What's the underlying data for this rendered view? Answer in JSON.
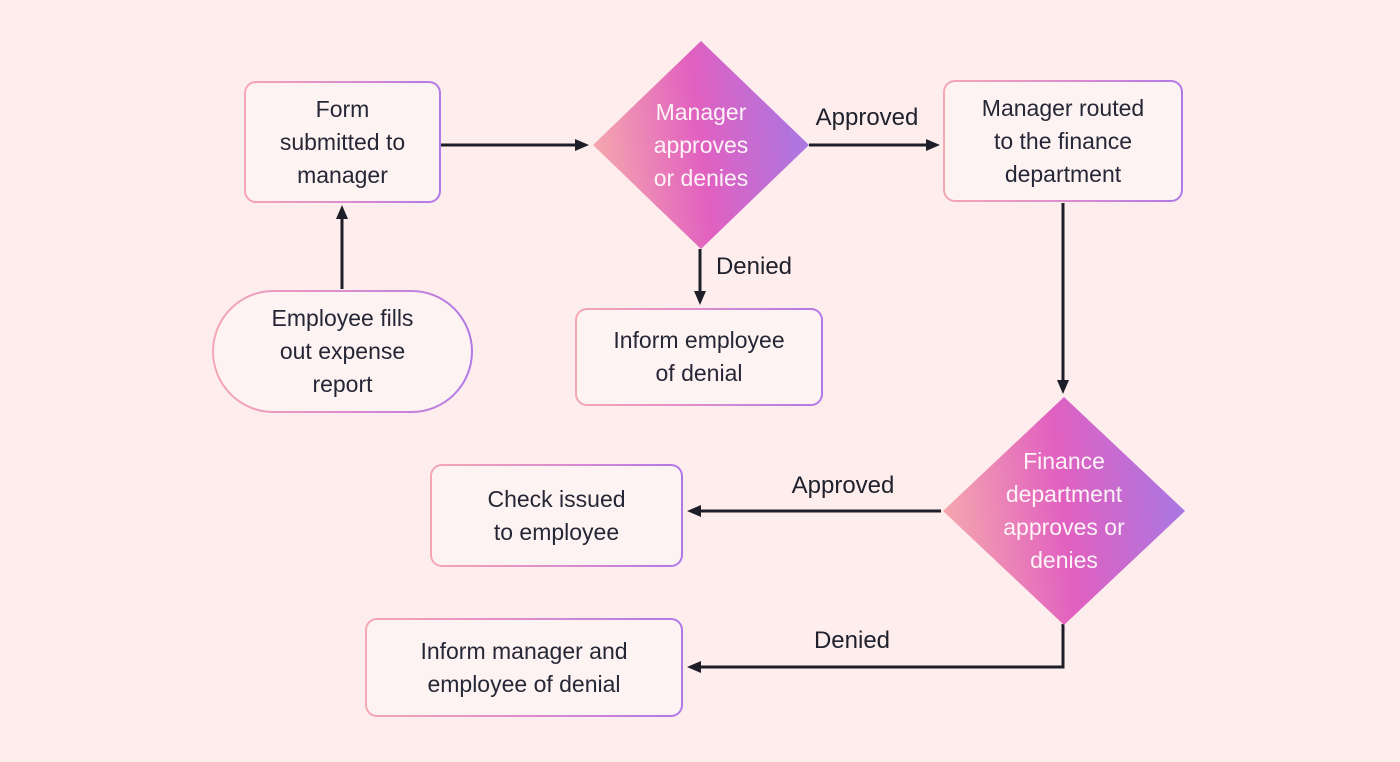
{
  "page": {
    "background_color": "#fdeeed",
    "arrow_color": "#1d1e28",
    "node_fill_color": "#fdf3f2",
    "node_text_color": "#262736",
    "node_border_gradient": [
      "#f5a7b3",
      "#b178e8"
    ],
    "diamond_gradient": [
      "#f4a6ae",
      "#e160c0",
      "#aa77e2"
    ],
    "diamond_text_color": "#fdf3f6"
  },
  "nodes": {
    "employee_fills": {
      "type": "start-terminator",
      "label": "Employee fills\nout expense\nreport"
    },
    "form_submitted": {
      "type": "process",
      "label": "Form\nsubmitted to\nmanager"
    },
    "manager_decision": {
      "type": "decision",
      "label": "Manager\napproves\nor denies"
    },
    "manager_routed": {
      "type": "process",
      "label": "Manager routed\nto the finance\ndepartment"
    },
    "inform_employee": {
      "type": "process",
      "label": "Inform employee\nof denial"
    },
    "finance_decision": {
      "type": "decision",
      "label": "Finance\ndepartment\napproves or\ndenies"
    },
    "check_issued": {
      "type": "process",
      "label": "Check issued\nto employee"
    },
    "inform_manager": {
      "type": "process",
      "label": "Inform manager and\nemployee of denial"
    }
  },
  "edges": {
    "employee_to_form": {
      "from": "employee_fills",
      "to": "form_submitted",
      "label": ""
    },
    "form_to_manager_decision": {
      "from": "form_submitted",
      "to": "manager_decision",
      "label": ""
    },
    "manager_approved": {
      "from": "manager_decision",
      "to": "manager_routed",
      "label": "Approved"
    },
    "manager_denied": {
      "from": "manager_decision",
      "to": "inform_employee",
      "label": "Denied"
    },
    "routed_to_finance_decision": {
      "from": "manager_routed",
      "to": "finance_decision",
      "label": ""
    },
    "finance_approved": {
      "from": "finance_decision",
      "to": "check_issued",
      "label": "Approved"
    },
    "finance_denied": {
      "from": "finance_decision",
      "to": "inform_manager",
      "label": "Denied"
    }
  }
}
